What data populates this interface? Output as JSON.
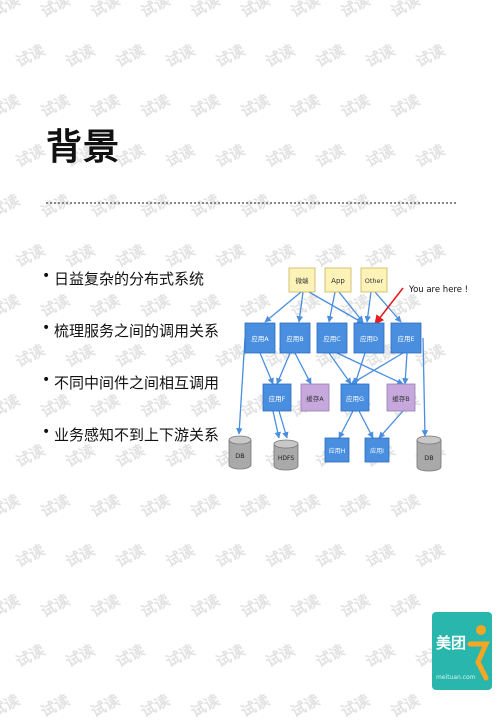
{
  "slide": {
    "title": "背景",
    "bullets": [
      "日益复杂的分布式系统",
      "梳理服务之间的调用关系",
      "不同中间件之间相互调用",
      "业务感知不到上下游关系"
    ]
  },
  "diagram": {
    "annotation": "You are here !",
    "nodes": {
      "client1": "微端",
      "app": "App",
      "other": "Other",
      "svcA": "应用A",
      "svcB": "应用B",
      "svcC": "应用C",
      "svcD": "应用D",
      "svcE": "应用E",
      "svcF": "应用F",
      "cacheA": "缓存A",
      "svcG": "应用G",
      "cacheB": "缓存B",
      "db1": "DB",
      "hdfs": "HDFS",
      "svcH": "应用H",
      "svcI": "应用I",
      "db2": "DB"
    },
    "colors": {
      "client_fill": "#fdf3b8",
      "service_fill": "#4a8ee0",
      "cache_fill": "#c6a8dc",
      "db_fill": "#a9a9a9",
      "edge": "#4a8ee0",
      "annotation": "#e02020"
    }
  },
  "watermark": "试读",
  "logo": {
    "brand": "美团",
    "url": "meituan.com"
  }
}
